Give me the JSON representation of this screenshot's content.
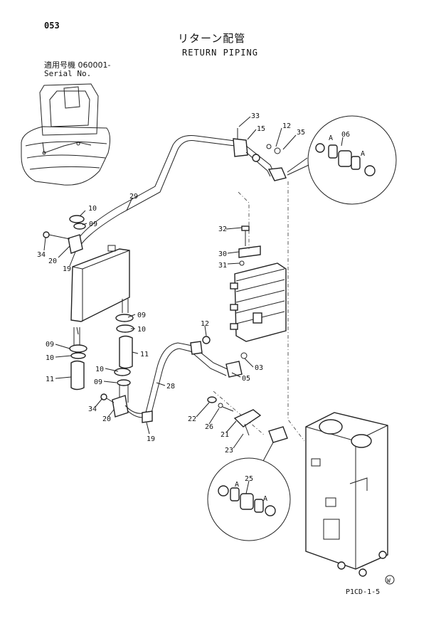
{
  "header": {
    "page_number": "053",
    "title_ja": "リターン配管",
    "title_en": "RETURN PIPING",
    "serial_line1": "適用号機  060001-",
    "serial_line2": "Serial No."
  },
  "footer": {
    "mark": "W",
    "drawing_code": "P1CD-1-5"
  },
  "callouts": {
    "c33": "33",
    "c15": "15",
    "c12a": "12",
    "c35": "35",
    "c06": "06",
    "cA1": "A",
    "cA2": "A",
    "c29": "29",
    "c10a": "10",
    "c09a": "09",
    "c34a": "34",
    "c20a": "20",
    "c19a": "19",
    "c32": "32",
    "c30": "30",
    "c31": "31",
    "c09b": "09",
    "c10b": "10",
    "c09c": "09",
    "c10c": "10",
    "c11a": "11",
    "c11b": "11",
    "c12b": "12",
    "c03": "03",
    "c05": "05",
    "c28": "28",
    "c10d": "10",
    "c09d": "09",
    "c34b": "34",
    "c20b": "20",
    "c19b": "19",
    "c22": "22",
    "c26": "26",
    "c21": "21",
    "c23": "23",
    "c25": "25",
    "cA3": "A",
    "cA4": "A"
  }
}
